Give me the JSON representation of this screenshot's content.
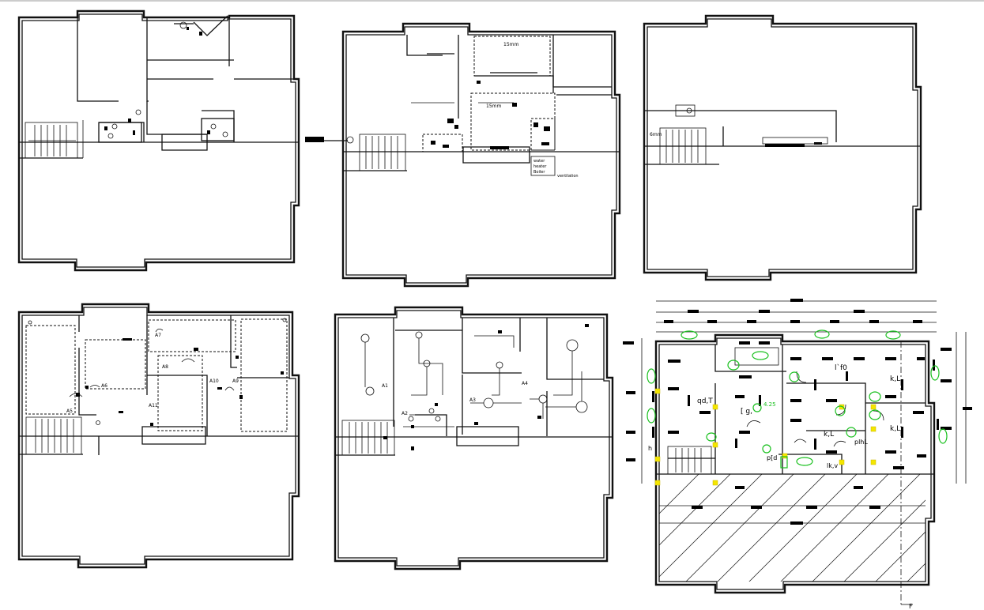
{
  "drawing": {
    "panels": [
      {
        "id": "plan-1",
        "labels": []
      },
      {
        "id": "plan-2",
        "labels": [
          "15mm",
          "15mm",
          "water",
          "heater",
          "Boiler",
          "ventilation"
        ]
      },
      {
        "id": "plan-3",
        "labels": [
          "6mm"
        ]
      },
      {
        "id": "plan-4",
        "labels": [
          "A7",
          "A8",
          "A6",
          "A5",
          "A10",
          "A11",
          "A9"
        ]
      },
      {
        "id": "plan-5",
        "labels": [
          "A1",
          "A3",
          "A4",
          "A2"
        ]
      },
      {
        "id": "plan-6",
        "labels": [
          "qd,T",
          "[ g,",
          "4.25",
          "l`f0",
          "k,L",
          "k,L",
          "k,L",
          "plhL",
          "lk,v",
          "h",
          "p[d"
        ]
      }
    ],
    "section_mark": "F",
    "colors": {
      "ink": "#111111",
      "green": "#19c01e",
      "yellow": "#f4e600",
      "background": "#ffffff"
    }
  }
}
